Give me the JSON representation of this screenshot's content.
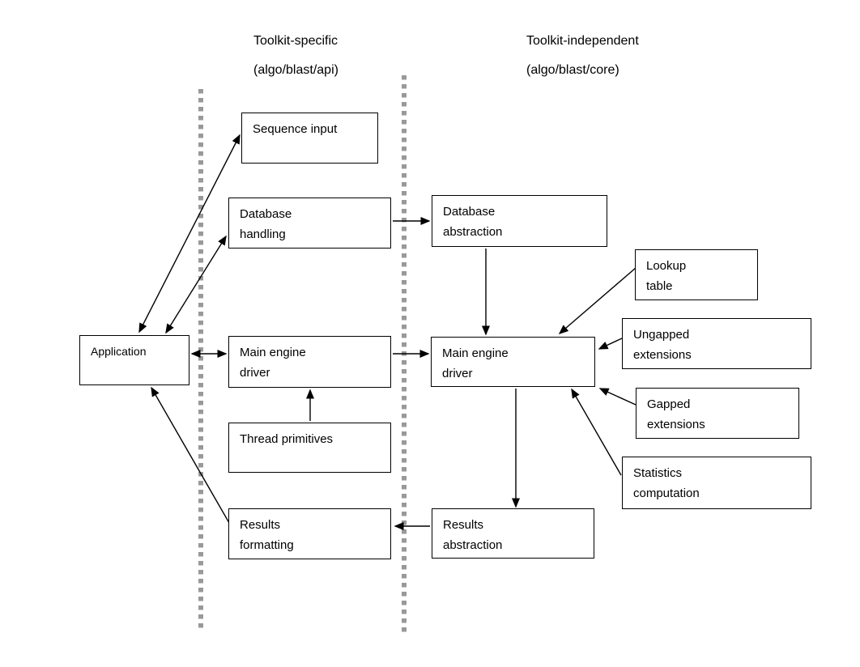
{
  "columns": {
    "specific": {
      "title": "Toolkit-specific",
      "subtitle": "(algo/blast/api)"
    },
    "independent": {
      "title": "Toolkit-independent",
      "subtitle": "(algo/blast/core)"
    }
  },
  "nodes": {
    "application": {
      "label": "Application"
    },
    "sequence_input": {
      "label": "Sequence input"
    },
    "database_handling": {
      "label": "Database handling"
    },
    "main_engine_driver_api": {
      "label": "Main engine driver"
    },
    "thread_primitives": {
      "label": "Thread primitives"
    },
    "results_formatting": {
      "label": "Results formatting"
    },
    "database_abstraction": {
      "label": "Database abstraction"
    },
    "main_engine_driver_core": {
      "label": "Main engine driver"
    },
    "lookup_table": {
      "label": "Lookup table"
    },
    "ungapped_extensions": {
      "label": "Ungapped extensions"
    },
    "gapped_extensions": {
      "label": "Gapped extensions"
    },
    "statistics_computation": {
      "label": "Statistics computation"
    },
    "results_abstraction": {
      "label": "Results abstraction"
    }
  },
  "edges": [
    {
      "from": "application",
      "to": "sequence_input",
      "arrows": "both"
    },
    {
      "from": "application",
      "to": "database_handling",
      "arrows": "both"
    },
    {
      "from": "application",
      "to": "main_engine_driver_api",
      "arrows": "both"
    },
    {
      "from": "main_engine_driver_api",
      "to": "main_engine_driver_core",
      "arrows": "forward"
    },
    {
      "from": "database_handling",
      "to": "database_abstraction",
      "arrows": "forward"
    },
    {
      "from": "database_abstraction",
      "to": "main_engine_driver_core",
      "arrows": "forward"
    },
    {
      "from": "lookup_table",
      "to": "main_engine_driver_core",
      "arrows": "forward"
    },
    {
      "from": "ungapped_extensions",
      "to": "main_engine_driver_core",
      "arrows": "forward"
    },
    {
      "from": "gapped_extensions",
      "to": "main_engine_driver_core",
      "arrows": "forward"
    },
    {
      "from": "statistics_computation",
      "to": "main_engine_driver_core",
      "arrows": "forward"
    },
    {
      "from": "main_engine_driver_core",
      "to": "results_abstraction",
      "arrows": "forward"
    },
    {
      "from": "results_abstraction",
      "to": "results_formatting",
      "arrows": "forward"
    },
    {
      "from": "results_formatting",
      "to": "application",
      "arrows": "forward"
    },
    {
      "from": "thread_primitives",
      "to": "main_engine_driver_api",
      "arrows": "forward"
    }
  ],
  "colors": {
    "background": "#ffffff",
    "box_fill": "#ffffff",
    "box_border": "#000000",
    "arrow": "#000000",
    "divider": "#999999"
  }
}
